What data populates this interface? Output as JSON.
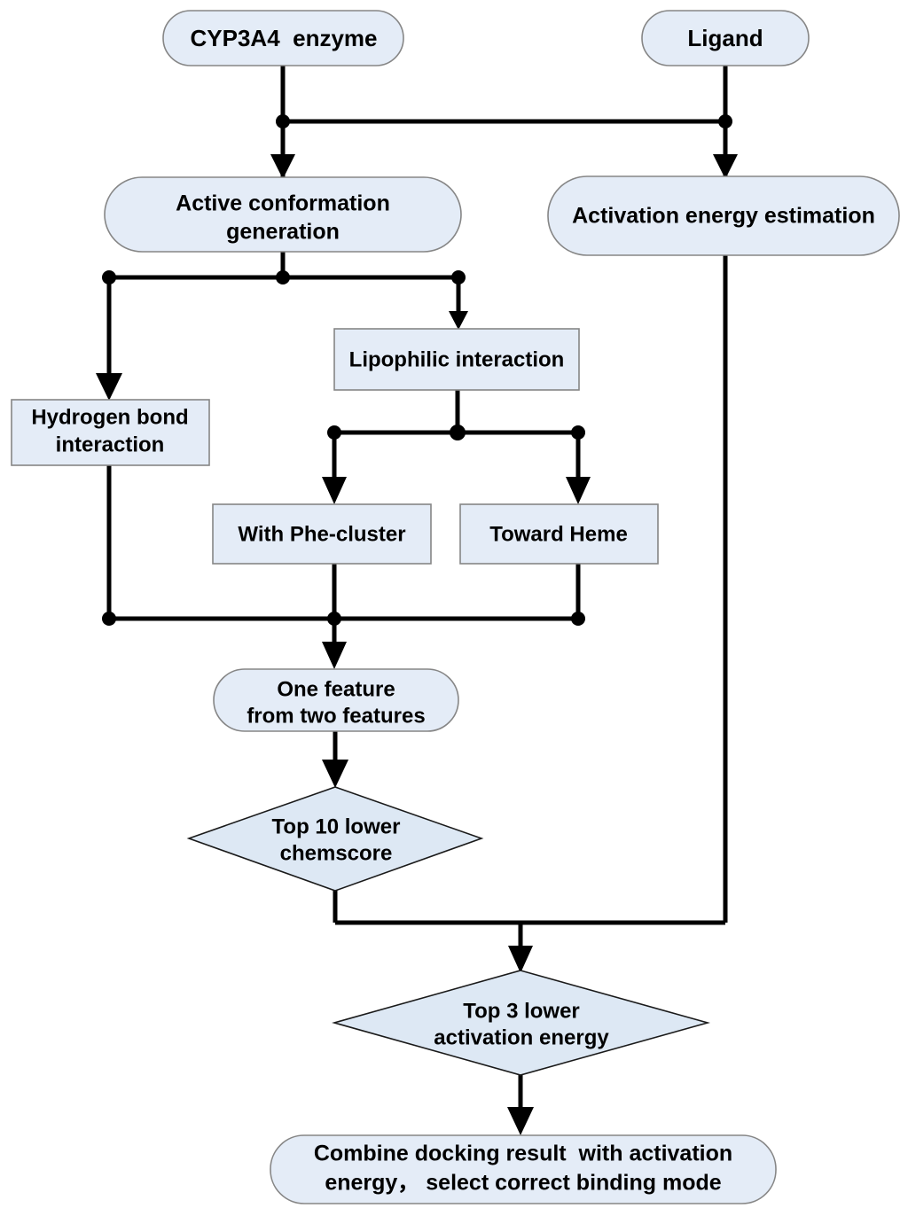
{
  "diagram": {
    "title": "CYP3A4 docking and activation energy workflow",
    "colors": {
      "node_fill": "#e4ecf7",
      "node_border": "#868686",
      "diamond_fill": "#dde8f4",
      "diamond_border": "#1a1a1a",
      "connector": "#000000",
      "text": "#000000",
      "background": "#ffffff"
    },
    "nodes": [
      {
        "id": "cyp3a4-enzyme",
        "shape": "rounded-rectangle",
        "label": "CYP3A4  enzyme",
        "lines": [
          "CYP3A4  enzyme"
        ]
      },
      {
        "id": "ligand",
        "shape": "rounded-rectangle",
        "label": "Ligand",
        "lines": [
          "Ligand"
        ]
      },
      {
        "id": "active-conformation-generation",
        "shape": "rounded-rectangle",
        "label": "Active conformation generation",
        "lines": [
          "Active conformation",
          "generation"
        ]
      },
      {
        "id": "activation-energy-estimation",
        "shape": "rounded-rectangle",
        "label": "Activation energy estimation",
        "lines": [
          "Activation energy estimation"
        ]
      },
      {
        "id": "hydrogen-bond-interaction",
        "shape": "rectangle",
        "label": "Hydrogen bond interaction",
        "lines": [
          "Hydrogen bond",
          "interaction"
        ]
      },
      {
        "id": "lipophilic-interaction",
        "shape": "rectangle",
        "label": "Lipophilic interaction",
        "lines": [
          "Lipophilic interaction"
        ]
      },
      {
        "id": "with-phe-cluster",
        "shape": "rectangle",
        "label": "With Phe-cluster",
        "lines": [
          "With Phe-cluster"
        ]
      },
      {
        "id": "toward-heme",
        "shape": "rectangle",
        "label": "Toward Heme",
        "lines": [
          "Toward Heme"
        ]
      },
      {
        "id": "one-feature-from-two-features",
        "shape": "rounded-rectangle",
        "label": "One feature from two features",
        "lines": [
          "One feature",
          "from two features"
        ]
      },
      {
        "id": "top-10-lower-chemscore",
        "shape": "diamond",
        "label": "Top 10 lower chemscore",
        "lines": [
          "Top 10 lower",
          "chemscore"
        ]
      },
      {
        "id": "top-3-lower-activation-energy",
        "shape": "diamond",
        "label": "Top 3 lower activation energy",
        "lines": [
          "Top 3 lower",
          "activation energy"
        ]
      },
      {
        "id": "combine-docking-result",
        "shape": "rounded-rectangle",
        "label": "Combine docking result  with activation energy， select correct binding mode",
        "lines": [
          "Combine docking result  with activation",
          "energy， select correct binding mode"
        ]
      }
    ],
    "edges": [
      {
        "from": "cyp3a4-enzyme",
        "to": "active-conformation-generation"
      },
      {
        "from": "cyp3a4-enzyme",
        "to": "activation-energy-estimation"
      },
      {
        "from": "ligand",
        "to": "active-conformation-generation"
      },
      {
        "from": "ligand",
        "to": "activation-energy-estimation"
      },
      {
        "from": "active-conformation-generation",
        "to": "hydrogen-bond-interaction"
      },
      {
        "from": "active-conformation-generation",
        "to": "lipophilic-interaction"
      },
      {
        "from": "lipophilic-interaction",
        "to": "with-phe-cluster"
      },
      {
        "from": "lipophilic-interaction",
        "to": "toward-heme"
      },
      {
        "from": "hydrogen-bond-interaction",
        "to": "one-feature-from-two-features"
      },
      {
        "from": "with-phe-cluster",
        "to": "one-feature-from-two-features"
      },
      {
        "from": "toward-heme",
        "to": "one-feature-from-two-features"
      },
      {
        "from": "one-feature-from-two-features",
        "to": "top-10-lower-chemscore"
      },
      {
        "from": "top-10-lower-chemscore",
        "to": "top-3-lower-activation-energy"
      },
      {
        "from": "activation-energy-estimation",
        "to": "top-3-lower-activation-energy"
      },
      {
        "from": "top-3-lower-activation-energy",
        "to": "combine-docking-result"
      }
    ]
  }
}
